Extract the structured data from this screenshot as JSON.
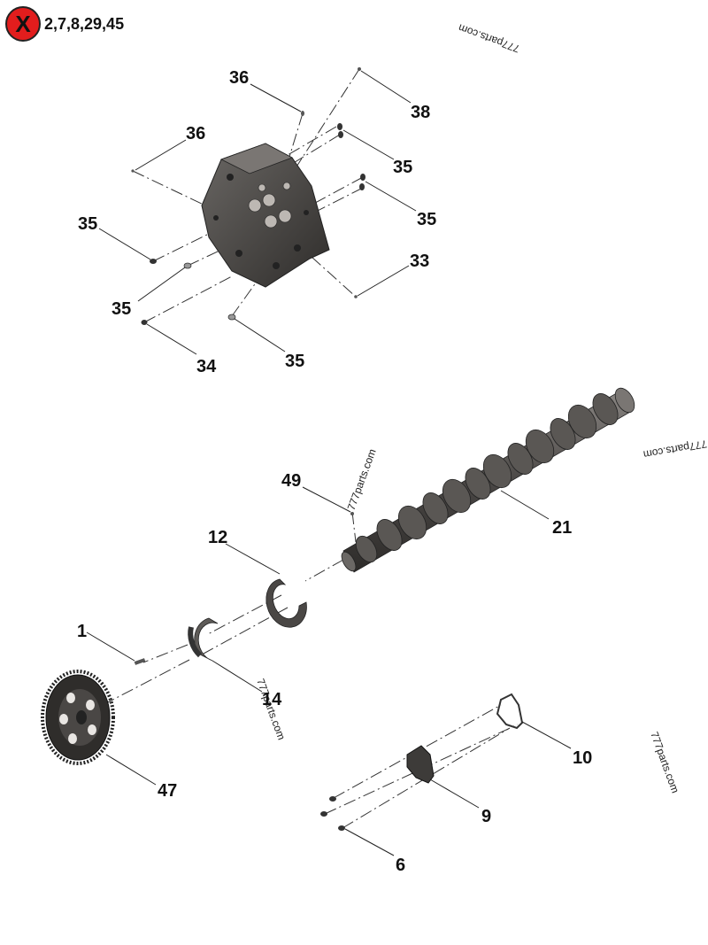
{
  "badge": {
    "icon": "x-icon",
    "glyph": "X",
    "excluded_parts": "2,7,8,29,45",
    "color": "#e21d1d"
  },
  "watermark": "777parts.com",
  "callouts": {
    "c1": "36",
    "c2": "38",
    "c3": "36",
    "c4": "35",
    "c5": "35",
    "c6": "35",
    "c7": "33",
    "c8": "35",
    "c9": "34",
    "c10": "35",
    "c11": "49",
    "c12": "21",
    "c13": "12",
    "c14": "1",
    "c15": "14",
    "c16": "47",
    "c17": "10",
    "c18": "9",
    "c19": "6"
  },
  "colors": {
    "part_dark": "#3d3b39",
    "part_mid": "#5e5b58",
    "part_light": "#8a8683"
  }
}
